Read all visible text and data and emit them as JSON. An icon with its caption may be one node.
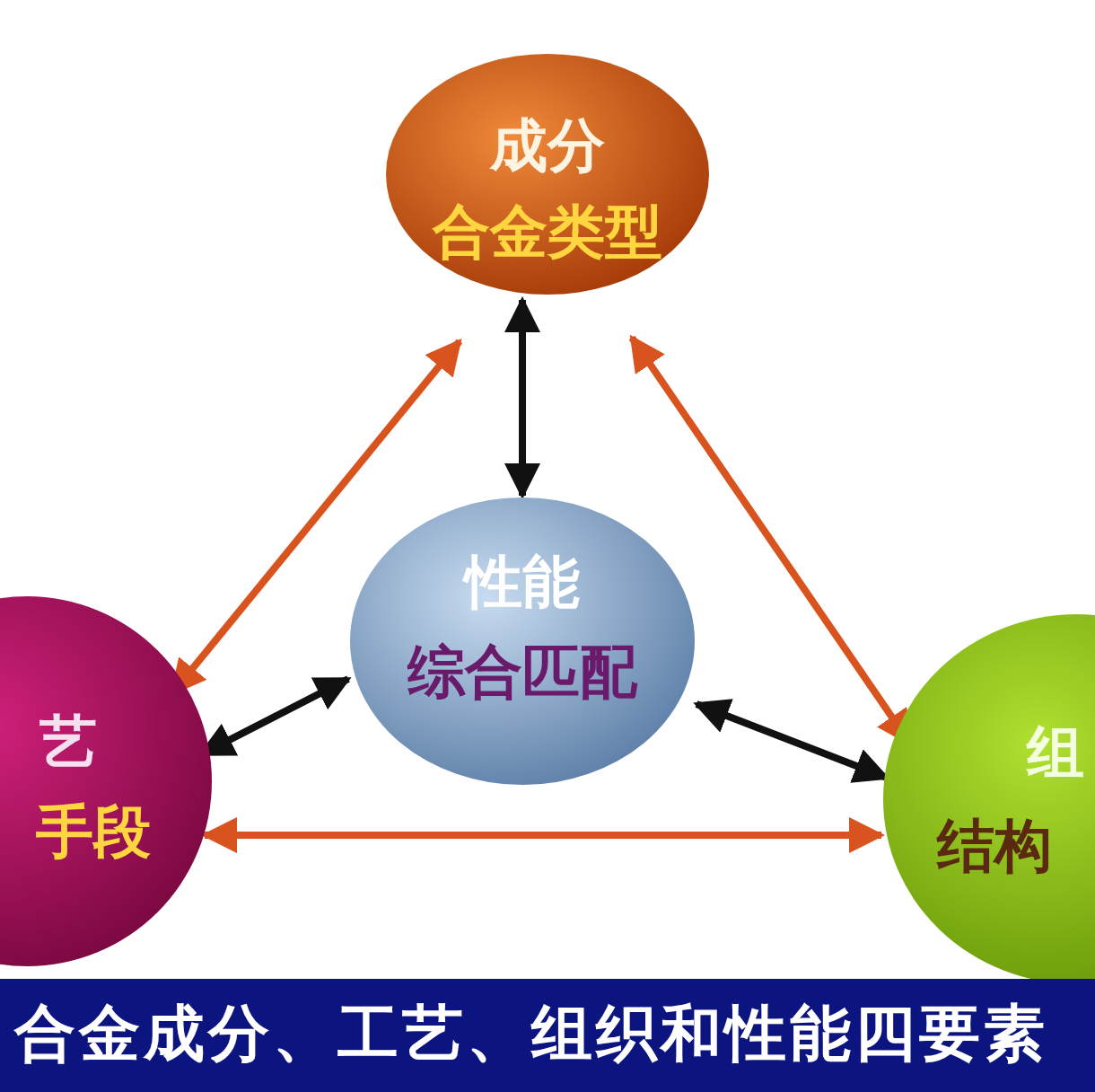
{
  "diagram": {
    "nodes": [
      {
        "text": [
          "成分",
          "合金类型"
        ]
      },
      {
        "text": [
          "性能",
          "综合匹配"
        ]
      },
      {
        "text": [
          "艺",
          "手段"
        ]
      },
      {
        "text": [
          "组",
          "结构"
        ]
      }
    ],
    "edges": [
      {
        "from": 0,
        "to": 1,
        "arrow": "both",
        "color": "#111111"
      },
      {
        "from": 1,
        "to": 2,
        "arrow": "both",
        "color": "#111111"
      },
      {
        "from": 1,
        "to": 3,
        "arrow": "both",
        "color": "#111111"
      },
      {
        "from": 0,
        "to": 2,
        "arrow": "both",
        "color": "#d9531e"
      },
      {
        "from": 0,
        "to": 3,
        "arrow": "both",
        "color": "#d9531e"
      },
      {
        "from": 2,
        "to": 3,
        "arrow": "both",
        "color": "#d9531e"
      }
    ],
    "labels": [
      "合金成分、工艺、组织和性能四要素"
    ]
  }
}
